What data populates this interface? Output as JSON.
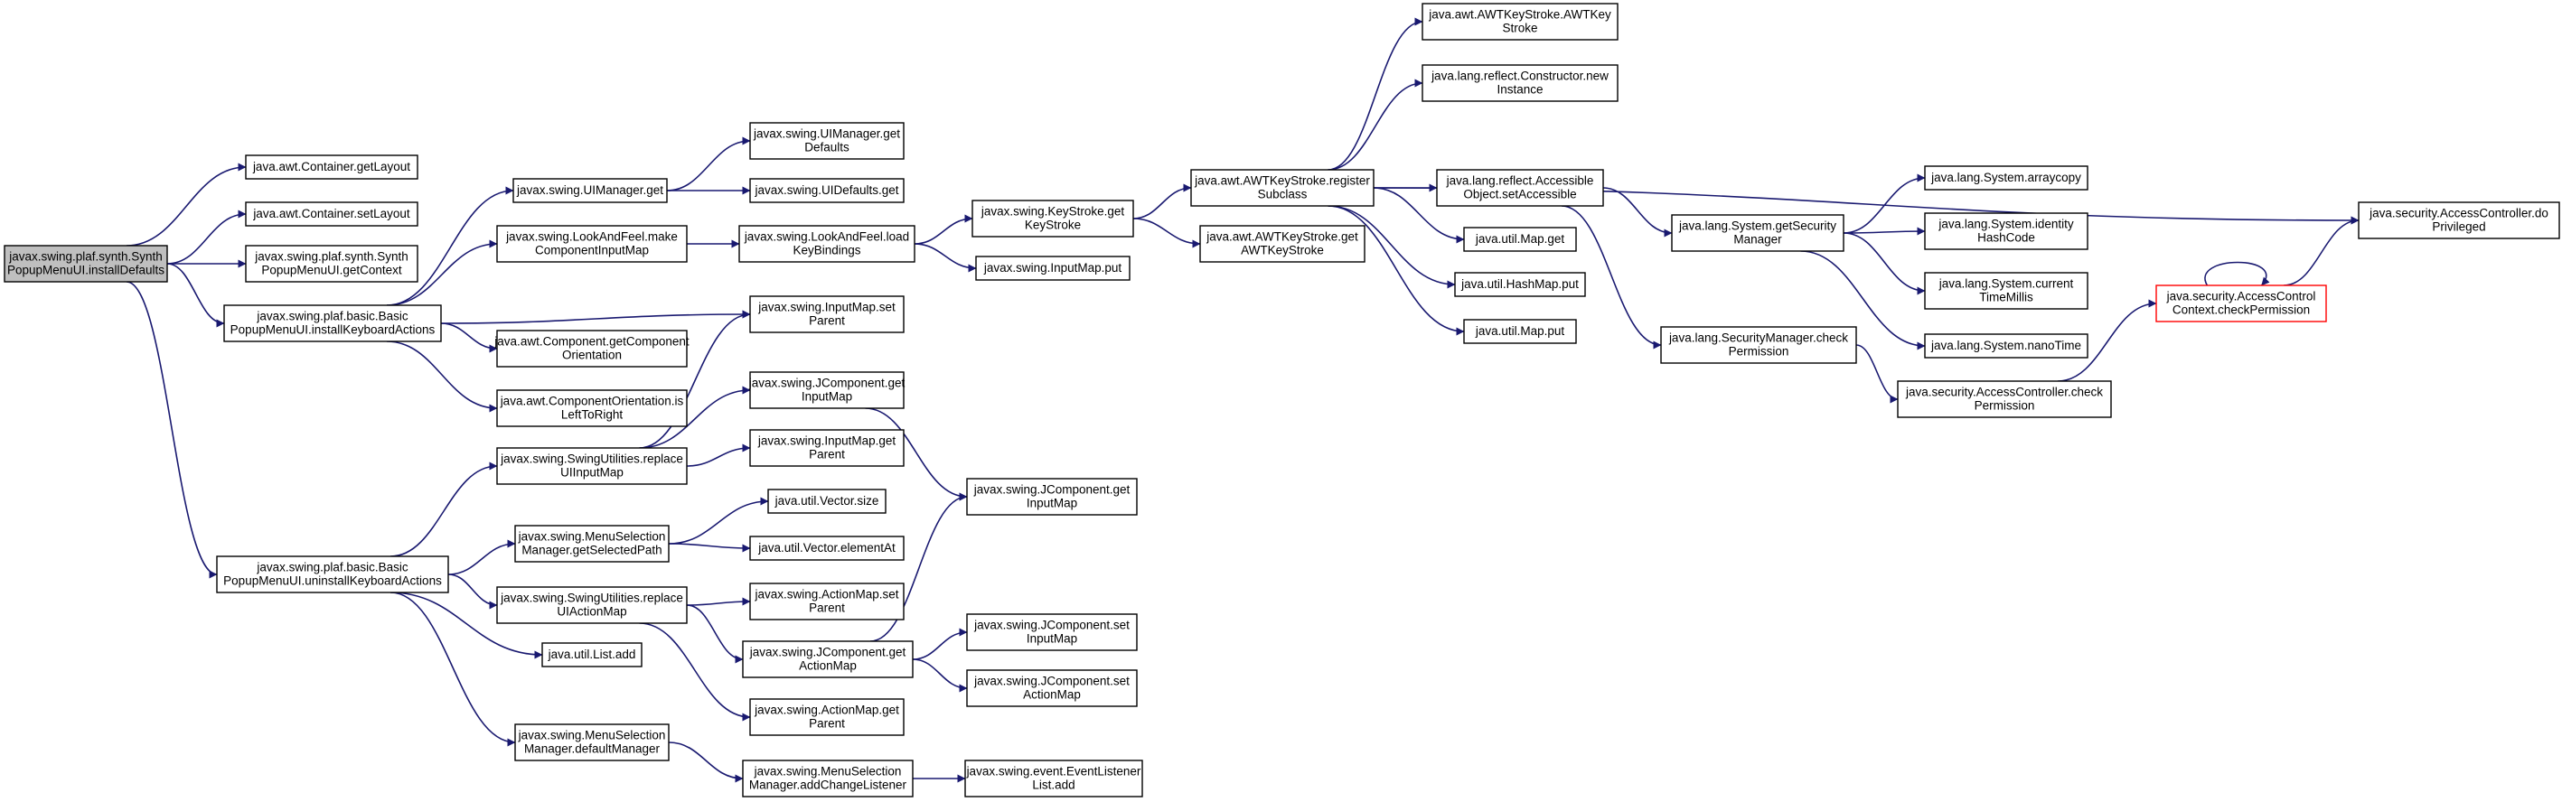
{
  "colors": {
    "edge": "#191970",
    "root_fill": "#bfbfbf",
    "highlight_border": "#ff0000",
    "node_border": "#000000"
  },
  "nodes": [
    {
      "id": "n0",
      "lines": [
        "javax.swing.plaf.synth.Synth",
        "PopupMenuUI.installDefaults"
      ],
      "root": true
    },
    {
      "id": "n1",
      "lines": [
        "java.awt.Container.getLayout"
      ]
    },
    {
      "id": "n2",
      "lines": [
        "java.awt.Container.setLayout"
      ]
    },
    {
      "id": "n3",
      "lines": [
        "javax.swing.plaf.synth.Synth",
        "PopupMenuUI.getContext"
      ]
    },
    {
      "id": "n4",
      "lines": [
        "javax.swing.plaf.basic.Basic",
        "PopupMenuUI.installKeyboardActions"
      ]
    },
    {
      "id": "n5",
      "lines": [
        "javax.swing.plaf.basic.Basic",
        "PopupMenuUI.uninstallKeyboardActions"
      ]
    },
    {
      "id": "n6",
      "lines": [
        "javax.swing.UIManager.get"
      ]
    },
    {
      "id": "n7",
      "lines": [
        "javax.swing.LookAndFeel.make",
        "ComponentInputMap"
      ]
    },
    {
      "id": "n8",
      "lines": [
        "java.awt.Component.getComponent",
        "Orientation"
      ]
    },
    {
      "id": "n9",
      "lines": [
        "java.awt.ComponentOrientation.is",
        "LeftToRight"
      ]
    },
    {
      "id": "n10",
      "lines": [
        "javax.swing.SwingUtilities.replace",
        "UIInputMap"
      ]
    },
    {
      "id": "n11",
      "lines": [
        "javax.swing.MenuSelection",
        "Manager.getSelectedPath"
      ]
    },
    {
      "id": "n12",
      "lines": [
        "javax.swing.SwingUtilities.replace",
        "UIActionMap"
      ]
    },
    {
      "id": "n13",
      "lines": [
        "java.util.List.add"
      ]
    },
    {
      "id": "n14",
      "lines": [
        "javax.swing.MenuSelection",
        "Manager.defaultManager"
      ]
    },
    {
      "id": "n15",
      "lines": [
        "javax.swing.UIManager.get",
        "Defaults"
      ]
    },
    {
      "id": "n16",
      "lines": [
        "javax.swing.UIDefaults.get"
      ]
    },
    {
      "id": "n17",
      "lines": [
        "javax.swing.LookAndFeel.load",
        "KeyBindings"
      ]
    },
    {
      "id": "n18",
      "lines": [
        "javax.swing.InputMap.set",
        "Parent"
      ]
    },
    {
      "id": "n19",
      "lines": [
        "javax.swing.JComponent.get",
        "InputMap"
      ]
    },
    {
      "id": "n20",
      "lines": [
        "javax.swing.InputMap.get",
        "Parent"
      ]
    },
    {
      "id": "n21",
      "lines": [
        "java.util.Vector.size"
      ]
    },
    {
      "id": "n22",
      "lines": [
        "java.util.Vector.elementAt"
      ]
    },
    {
      "id": "n23",
      "lines": [
        "javax.swing.ActionMap.set",
        "Parent"
      ]
    },
    {
      "id": "n24",
      "lines": [
        "javax.swing.JComponent.get",
        "ActionMap"
      ]
    },
    {
      "id": "n25",
      "lines": [
        "javax.swing.ActionMap.get",
        "Parent"
      ]
    },
    {
      "id": "n26",
      "lines": [
        "javax.swing.MenuSelection",
        "Manager.addChangeListener"
      ]
    },
    {
      "id": "n27",
      "lines": [
        "javax.swing.KeyStroke.get",
        "KeyStroke"
      ]
    },
    {
      "id": "n28",
      "lines": [
        "javax.swing.InputMap.put"
      ]
    },
    {
      "id": "n29",
      "lines": [
        "javax.swing.JComponent.get",
        "InputMap"
      ]
    },
    {
      "id": "n30",
      "lines": [
        "javax.swing.JComponent.set",
        "InputMap"
      ]
    },
    {
      "id": "n31",
      "lines": [
        "javax.swing.JComponent.set",
        "ActionMap"
      ]
    },
    {
      "id": "n32",
      "lines": [
        "javax.swing.event.EventListener",
        "List.add"
      ]
    },
    {
      "id": "n33",
      "lines": [
        "java.awt.AWTKeyStroke.register",
        "Subclass"
      ]
    },
    {
      "id": "n34",
      "lines": [
        "java.awt.AWTKeyStroke.get",
        "AWTKeyStroke"
      ]
    },
    {
      "id": "n35",
      "lines": [
        "java.awt.AWTKeyStroke.AWTKey",
        "Stroke"
      ]
    },
    {
      "id": "n36",
      "lines": [
        "java.lang.reflect.Constructor.new",
        "Instance"
      ]
    },
    {
      "id": "n37",
      "lines": [
        "java.lang.reflect.Accessible",
        "Object.setAccessible"
      ]
    },
    {
      "id": "n38",
      "lines": [
        "java.util.Map.get"
      ]
    },
    {
      "id": "n39",
      "lines": [
        "java.util.HashMap.put"
      ]
    },
    {
      "id": "n40",
      "lines": [
        "java.util.Map.put"
      ]
    },
    {
      "id": "n41",
      "lines": [
        "java.lang.System.getSecurity",
        "Manager"
      ]
    },
    {
      "id": "n42",
      "lines": [
        "java.lang.SecurityManager.check",
        "Permission"
      ]
    },
    {
      "id": "n43",
      "lines": [
        "java.lang.System.arraycopy"
      ]
    },
    {
      "id": "n44",
      "lines": [
        "java.lang.System.identity",
        "HashCode"
      ]
    },
    {
      "id": "n45",
      "lines": [
        "java.lang.System.current",
        "TimeMillis"
      ]
    },
    {
      "id": "n46",
      "lines": [
        "java.lang.System.nanoTime"
      ]
    },
    {
      "id": "n47",
      "lines": [
        "java.security.AccessController.check",
        "Permission"
      ]
    },
    {
      "id": "n48",
      "lines": [
        "java.security.AccessControl",
        "Context.checkPermission"
      ],
      "highlight": true
    },
    {
      "id": "n49",
      "lines": [
        "java.security.AccessController.do",
        "Privileged"
      ]
    }
  ],
  "edges": [
    [
      "n0",
      "n1"
    ],
    [
      "n0",
      "n2"
    ],
    [
      "n0",
      "n3"
    ],
    [
      "n0",
      "n4"
    ],
    [
      "n0",
      "n5"
    ],
    [
      "n4",
      "n6"
    ],
    [
      "n4",
      "n7"
    ],
    [
      "n4",
      "n18"
    ],
    [
      "n4",
      "n8"
    ],
    [
      "n4",
      "n9"
    ],
    [
      "n5",
      "n10"
    ],
    [
      "n5",
      "n11"
    ],
    [
      "n5",
      "n12"
    ],
    [
      "n5",
      "n13"
    ],
    [
      "n5",
      "n14"
    ],
    [
      "n6",
      "n15"
    ],
    [
      "n6",
      "n16"
    ],
    [
      "n7",
      "n17"
    ],
    [
      "n10",
      "n18"
    ],
    [
      "n10",
      "n19"
    ],
    [
      "n10",
      "n20"
    ],
    [
      "n11",
      "n21"
    ],
    [
      "n11",
      "n22"
    ],
    [
      "n12",
      "n23"
    ],
    [
      "n12",
      "n24"
    ],
    [
      "n12",
      "n25"
    ],
    [
      "n14",
      "n26"
    ],
    [
      "n17",
      "n27"
    ],
    [
      "n17",
      "n28"
    ],
    [
      "n19",
      "n29"
    ],
    [
      "n24",
      "n29"
    ],
    [
      "n24",
      "n30"
    ],
    [
      "n24",
      "n31"
    ],
    [
      "n26",
      "n32"
    ],
    [
      "n27",
      "n33"
    ],
    [
      "n27",
      "n34"
    ],
    [
      "n33",
      "n35"
    ],
    [
      "n33",
      "n36"
    ],
    [
      "n33",
      "n37"
    ],
    [
      "n33",
      "n38"
    ],
    [
      "n33",
      "n39"
    ],
    [
      "n33",
      "n40"
    ],
    [
      "n33",
      "n49"
    ],
    [
      "n37",
      "n41"
    ],
    [
      "n37",
      "n42"
    ],
    [
      "n41",
      "n43"
    ],
    [
      "n41",
      "n44"
    ],
    [
      "n41",
      "n45"
    ],
    [
      "n41",
      "n46"
    ],
    [
      "n42",
      "n47"
    ],
    [
      "n47",
      "n48"
    ],
    [
      "n48",
      "n48"
    ],
    [
      "n48",
      "n49"
    ]
  ]
}
